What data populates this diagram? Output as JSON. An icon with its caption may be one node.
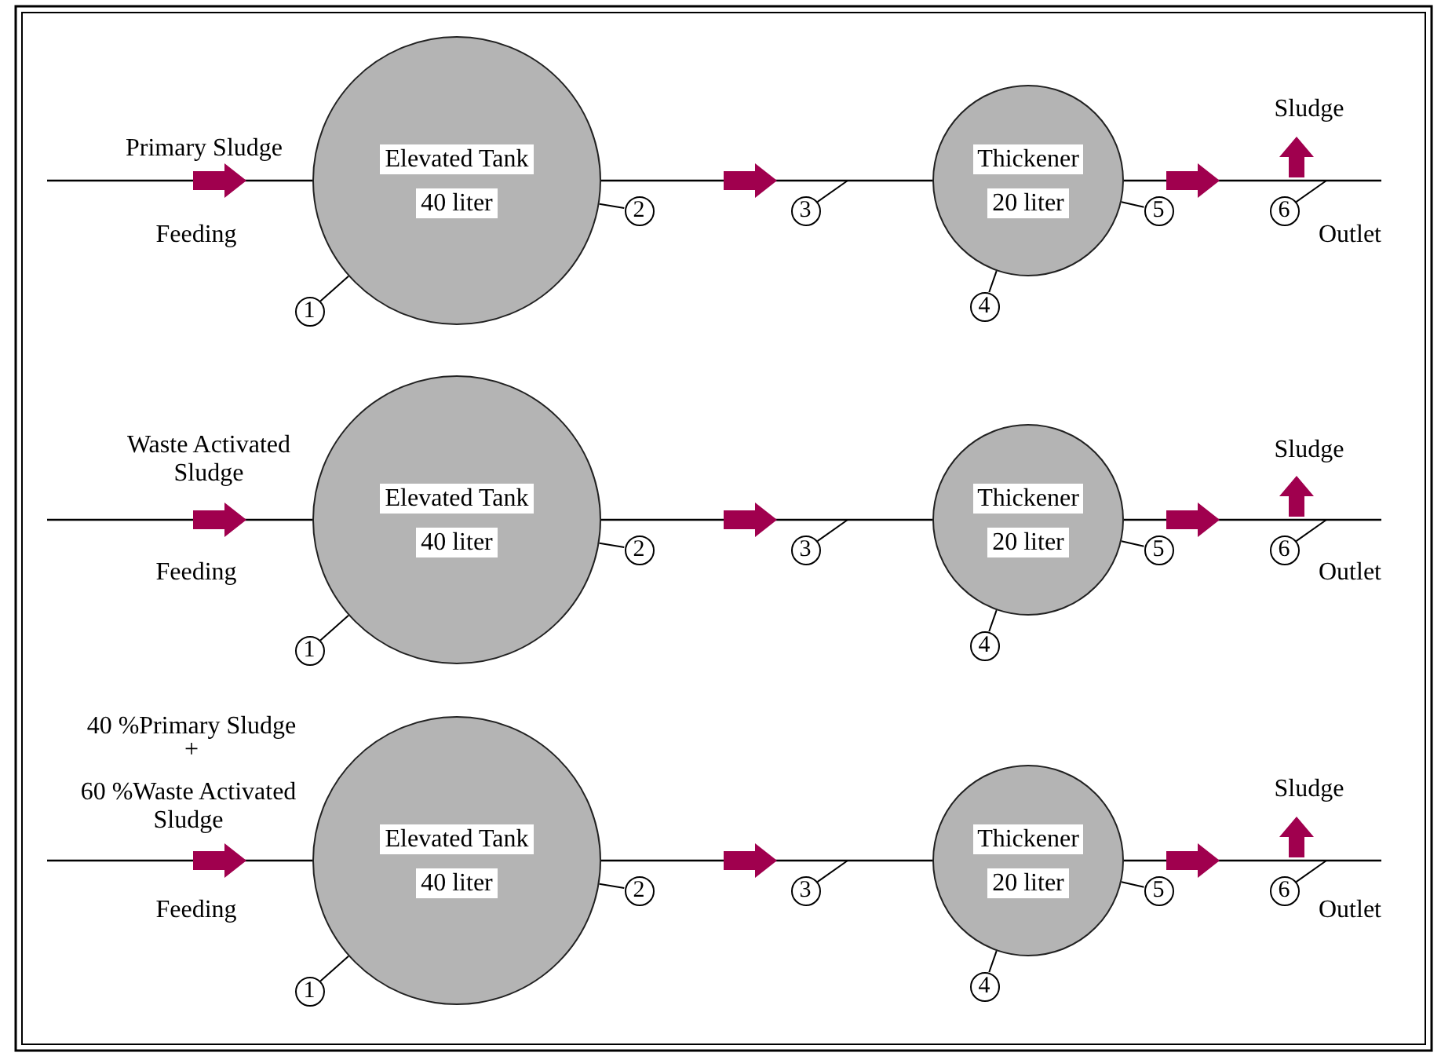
{
  "diagram": {
    "nodes": [
      {
        "text": [
          "Elevated Tank",
          "40 liter"
        ]
      },
      {
        "text": [
          "1"
        ]
      },
      {
        "text": [
          "2"
        ]
      },
      {
        "text": [
          "3"
        ]
      },
      {
        "text": [
          "Thickener",
          "20 liter"
        ]
      },
      {
        "text": [
          "4"
        ]
      },
      {
        "text": [
          "5"
        ]
      },
      {
        "text": [
          "6"
        ]
      },
      {
        "text": [
          "Elevated Tank",
          "40 liter"
        ]
      },
      {
        "text": [
          "1"
        ]
      },
      {
        "text": [
          "2"
        ]
      },
      {
        "text": [
          "3"
        ]
      },
      {
        "text": [
          "Thickener",
          "20 liter"
        ]
      },
      {
        "text": [
          "4"
        ]
      },
      {
        "text": [
          "5"
        ]
      },
      {
        "text": [
          "6"
        ]
      },
      {
        "text": [
          "Elevated Tank",
          "40 liter"
        ]
      },
      {
        "text": [
          "1"
        ]
      },
      {
        "text": [
          "2"
        ]
      },
      {
        "text": [
          "3"
        ]
      },
      {
        "text": [
          "Thickener",
          "20 liter"
        ]
      },
      {
        "text": [
          "4"
        ]
      },
      {
        "text": [
          "5"
        ]
      },
      {
        "text": [
          "6"
        ]
      }
    ],
    "edges": [
      {
        "from": null,
        "to": 0,
        "arrow": "none"
      },
      {
        "from": 0,
        "to": 4,
        "arrow": "none"
      },
      {
        "from": 4,
        "to": null,
        "arrow": "none"
      },
      {
        "from": 1,
        "to": 0,
        "arrow": "none"
      },
      {
        "from": 2,
        "to": 0,
        "arrow": "none"
      },
      {
        "from": 3,
        "to": null,
        "arrow": "none"
      },
      {
        "from": 5,
        "to": 4,
        "arrow": "none"
      },
      {
        "from": 6,
        "to": 4,
        "arrow": "none"
      },
      {
        "from": 7,
        "to": null,
        "arrow": "none"
      },
      {
        "from": null,
        "to": 8,
        "arrow": "none"
      },
      {
        "from": 8,
        "to": 12,
        "arrow": "none"
      },
      {
        "from": 12,
        "to": null,
        "arrow": "none"
      },
      {
        "from": 9,
        "to": 8,
        "arrow": "none"
      },
      {
        "from": 10,
        "to": 8,
        "arrow": "none"
      },
      {
        "from": 11,
        "to": null,
        "arrow": "none"
      },
      {
        "from": 13,
        "to": 12,
        "arrow": "none"
      },
      {
        "from": 14,
        "to": 12,
        "arrow": "none"
      },
      {
        "from": 15,
        "to": null,
        "arrow": "none"
      },
      {
        "from": null,
        "to": 16,
        "arrow": "none"
      },
      {
        "from": 16,
        "to": 20,
        "arrow": "none"
      },
      {
        "from": 20,
        "to": null,
        "arrow": "none"
      },
      {
        "from": 17,
        "to": 16,
        "arrow": "none"
      },
      {
        "from": 18,
        "to": 16,
        "arrow": "none"
      },
      {
        "from": 19,
        "to": null,
        "arrow": "none"
      },
      {
        "from": 21,
        "to": 20,
        "arrow": "none"
      },
      {
        "from": 22,
        "to": 20,
        "arrow": "none"
      },
      {
        "from": 23,
        "to": null,
        "arrow": "none"
      }
    ],
    "labels": [
      "Primary Sludge",
      "Feeding",
      "Sludge",
      "Outlet",
      "Waste Activated Sludge",
      "Feeding",
      "Sludge",
      "Outlet",
      "40 %Primary Sludge",
      "+",
      "60 %Waste Activated Sludge",
      "Feeding",
      "Sludge",
      "Outlet"
    ]
  }
}
